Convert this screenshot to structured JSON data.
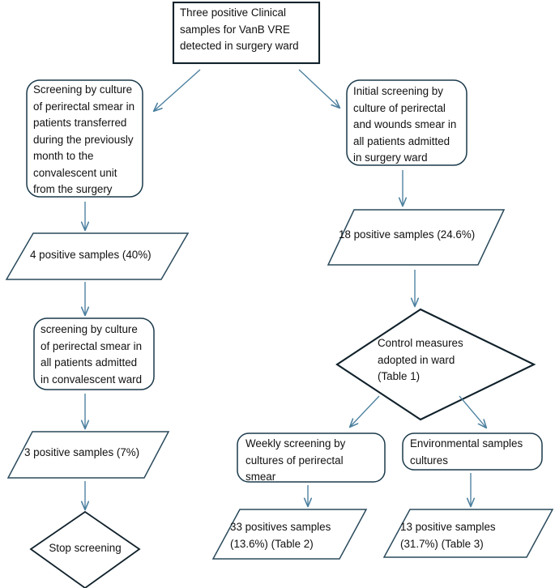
{
  "diagram": {
    "title": "VanB VRE outbreak screening flowchart",
    "colors": {
      "rect_border": "#1b3a4b",
      "diamond_border": "#10212b",
      "parallelogram_border": "#2a4a5c",
      "arrow": "#4a7f9e",
      "text": "#111111",
      "background": "#ffffff"
    },
    "nodes": [
      {
        "id": "start",
        "shape": "rectangle",
        "text": "Three positive Clinical\nsamples for VanB VRE\ndetected in surgery ward",
        "align": "left"
      },
      {
        "id": "left-screening",
        "shape": "rounded-rectangle",
        "text": "Screening by culture\nof perirectal smear in\npatients transferred\nduring the previously\nmonth to the\nconvalescent unit\nfrom the surgery",
        "align": "left"
      },
      {
        "id": "right-initial-screening",
        "shape": "rounded-rectangle",
        "text": "Initial screening by\nculture of perirectal\nand wounds smear in\nall patients admitted\nin surgery ward",
        "align": "left"
      },
      {
        "id": "left-result-4",
        "shape": "parallelogram",
        "text": "4 positive samples (40%)",
        "align": "left"
      },
      {
        "id": "right-result-18",
        "shape": "parallelogram",
        "text": "18 positive samples (24.6%)",
        "align": "left"
      },
      {
        "id": "left-ward-screening",
        "shape": "rounded-rectangle",
        "text": "screening by culture\nof perirectal smear in\nall patients admitted\nin convalescent ward",
        "align": "left"
      },
      {
        "id": "control-measures",
        "shape": "diamond",
        "text": "Control measures\nadopted in ward\n(Table 1)",
        "align": "left"
      },
      {
        "id": "left-result-3",
        "shape": "parallelogram",
        "text": "3 positive samples (7%)",
        "align": "left"
      },
      {
        "id": "weekly-screening",
        "shape": "rounded-rectangle",
        "text": "Weekly screening by\ncultures of perirectal\nsmear",
        "align": "left"
      },
      {
        "id": "environmental-cultures",
        "shape": "rounded-rectangle",
        "text": "Environmental samples\ncultures",
        "align": "left"
      },
      {
        "id": "stop-screening",
        "shape": "diamond",
        "text": "Stop screening",
        "align": "center"
      },
      {
        "id": "result-33",
        "shape": "parallelogram",
        "text": "33 positives samples\n(13.6%) (Table 2)",
        "align": "left"
      },
      {
        "id": "result-13",
        "shape": "parallelogram",
        "text": "13 positive samples\n(31.7%) (Table 3)",
        "align": "left"
      }
    ],
    "edges": [
      {
        "id": "start-to-left",
        "from": "start",
        "to": "left-screening",
        "style": "diagonal-arrow"
      },
      {
        "id": "start-to-right",
        "from": "start",
        "to": "right-initial-screening",
        "style": "diagonal-arrow"
      },
      {
        "id": "left-screening-to-result4",
        "from": "left-screening",
        "to": "left-result-4",
        "style": "vertical-arrow"
      },
      {
        "id": "right-initial-to-result18",
        "from": "right-initial-screening",
        "to": "right-result-18",
        "style": "vertical-arrow"
      },
      {
        "id": "result4-to-ward-screening",
        "from": "left-result-4",
        "to": "left-ward-screening",
        "style": "vertical-arrow"
      },
      {
        "id": "result18-to-control",
        "from": "right-result-18",
        "to": "control-measures",
        "style": "vertical-arrow"
      },
      {
        "id": "ward-screening-to-result3",
        "from": "left-ward-screening",
        "to": "left-result-3",
        "style": "vertical-arrow"
      },
      {
        "id": "control-to-weekly",
        "from": "control-measures",
        "to": "weekly-screening",
        "style": "diagonal-arrow"
      },
      {
        "id": "control-to-environmental",
        "from": "control-measures",
        "to": "environmental-cultures",
        "style": "diagonal-arrow"
      },
      {
        "id": "result3-to-stop",
        "from": "left-result-3",
        "to": "stop-screening",
        "style": "vertical-arrow"
      },
      {
        "id": "weekly-to-result33",
        "from": "weekly-screening",
        "to": "result-33",
        "style": "vertical-arrow"
      },
      {
        "id": "environmental-to-result13",
        "from": "environmental-cultures",
        "to": "result-13",
        "style": "vertical-arrow"
      }
    ]
  }
}
